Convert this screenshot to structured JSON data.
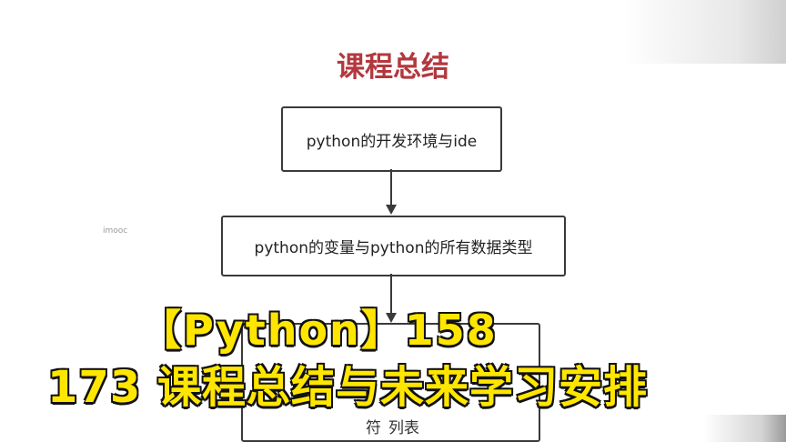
{
  "slide": {
    "title": "课程总结",
    "boxes": [
      "python的开发环境与ide",
      "python的变量与python的所有数据类型"
    ],
    "partial_box": {
      "line1": "符",
      "line2": "列表"
    },
    "watermark": "imooc"
  },
  "overlay": {
    "line1": "【Python】158",
    "line2": "173 课程总结与未来学习安排",
    "color": "#ffe600"
  },
  "colors": {
    "title": "#b3383e"
  }
}
